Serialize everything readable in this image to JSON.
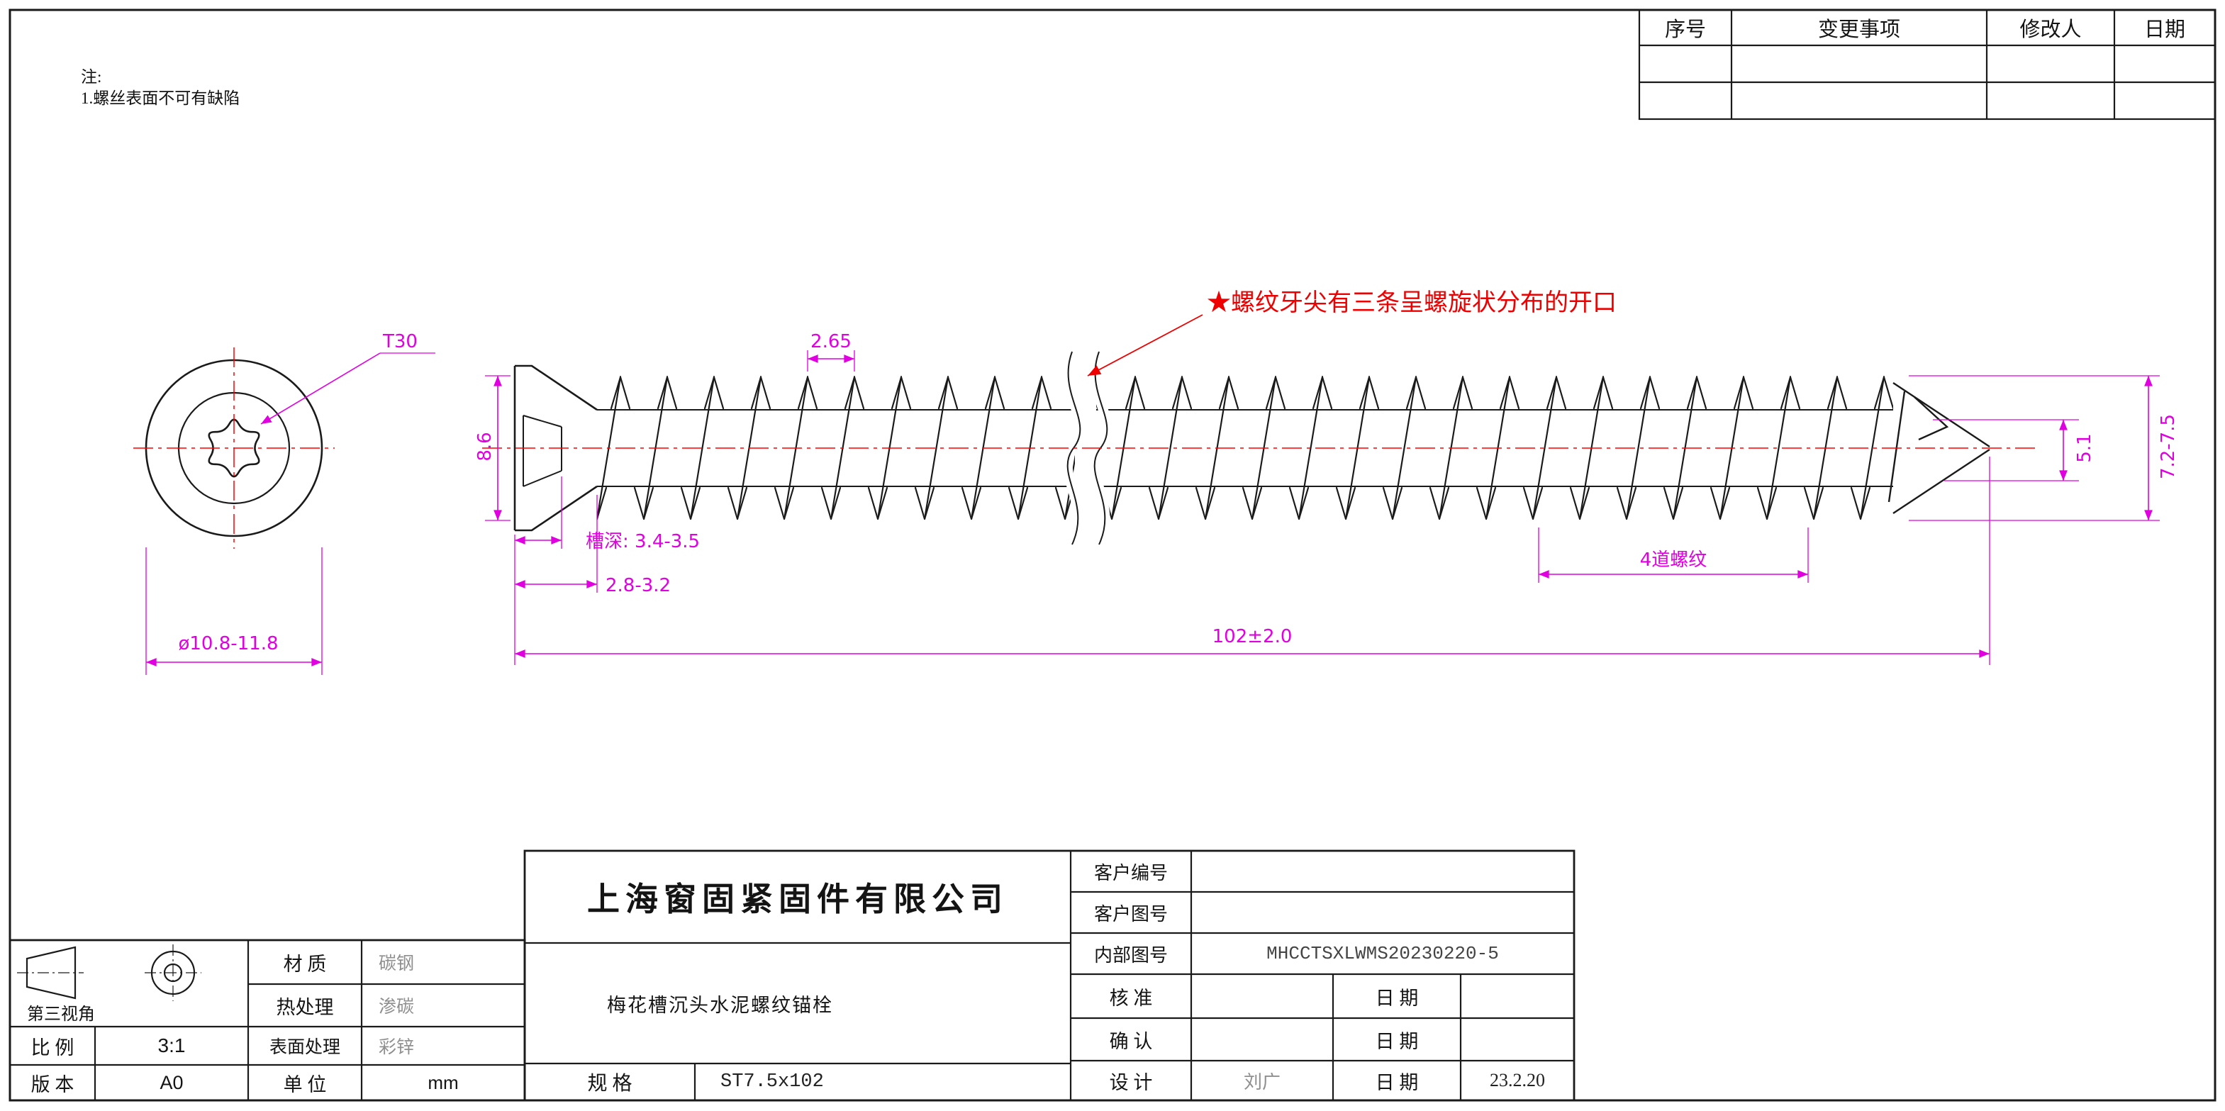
{
  "colors": {
    "line": "#1a1a1a",
    "dimension": "#e000e0",
    "centerline": "#ff0000",
    "annotation": "#ee0000",
    "value_gray": "#8f8f8f"
  },
  "notes": {
    "title": "注:",
    "line1": "1.螺丝表面不可有缺陷"
  },
  "revision_table": {
    "col_serial": "序号",
    "col_change": "变更事项",
    "col_modifier": "修改人",
    "col_date": "日期"
  },
  "annotation": {
    "thread_note": "★螺纹牙尖有三条呈螺旋状分布的开口"
  },
  "dimensions": {
    "drive": "T30",
    "head_diameter": "ø10.8-11.8",
    "pitch": "2.65",
    "head_side": "8.6",
    "recess_depth": "槽深: 3.4-3.5",
    "head_height": "2.8-3.2",
    "total_length": "102±2.0",
    "thread_count": "4道螺纹",
    "core_diameter": "5.1",
    "thread_od": "7.2-7.5"
  },
  "title_block": {
    "company": "上海窗固紧固件有限公司",
    "product_name": "梅花槽沉头水泥螺纹锚栓",
    "spec_label": "规  格",
    "spec_value": "ST7.5x102",
    "customer_no_label": "客户编号",
    "customer_dwg_label": "客户图号",
    "internal_dwg_label": "内部图号",
    "internal_dwg_value": "MHCCTSXLWMS20230220-5",
    "approve_label": "核  准",
    "confirm_label": "确  认",
    "design_label": "设  计",
    "date_label": "日  期",
    "design_value": "刘广",
    "design_date": "23.2.20",
    "material_label": "材 质",
    "material_value": "碳钢",
    "heat_label": "热处理",
    "heat_value": "渗碳",
    "surface_label": "表面处理",
    "surface_value": "彩锌",
    "unit_label": "单 位",
    "unit_value": "mm",
    "scale_label": "比 例",
    "scale_value": "3:1",
    "version_label": "版 本",
    "version_value": "A0",
    "projection_label": "第三视角"
  }
}
